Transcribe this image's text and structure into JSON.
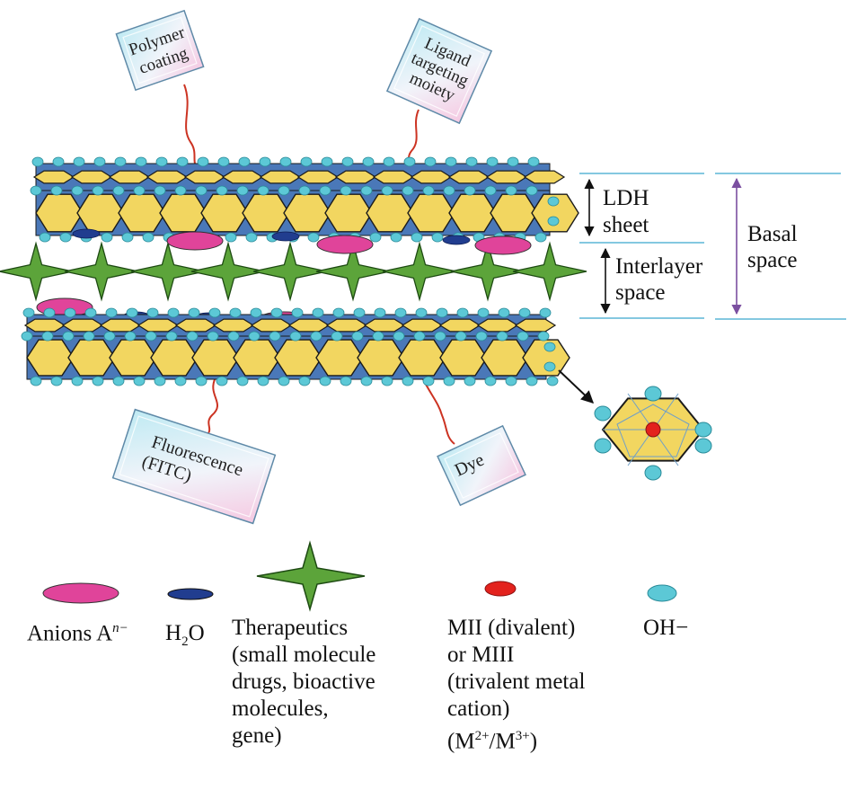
{
  "colors": {
    "hex_fill": "#f2d660",
    "hex_stroke": "#1b1b1b",
    "sheet_blue": "#4a78b8",
    "oh": "#5cc8d6",
    "anion": "#e0449a",
    "water": "#213d8f",
    "drug": "#5ca43a",
    "cation": "#e3221d",
    "tether": "#cc3322",
    "arrow_purple": "#7b4fa0",
    "guide_line": "#5bb5d6"
  },
  "tags": {
    "polymer": [
      "Polymer",
      "coating"
    ],
    "ligand": [
      "Ligand",
      "targeting",
      "moiety"
    ],
    "fluorescence": [
      "Fluorescence",
      "(FITC)"
    ],
    "dye": [
      "Dye"
    ]
  },
  "dimensions": {
    "ldh_sheet": [
      "LDH",
      "sheet"
    ],
    "interlayer": [
      "Interlayer",
      "space"
    ],
    "basal": [
      "Basal",
      "space"
    ]
  },
  "legend": {
    "anions_prefix": "Anions A",
    "anions_sup": "n−",
    "water_h": "H",
    "water_sub": "2",
    "water_o": "O",
    "therapeutics": [
      "Therapeutics",
      "(small molecule",
      "drugs, bioactive",
      "molecules,",
      "gene)"
    ],
    "cation_lines": [
      "MII (divalent)",
      "or MIII",
      "(trivalent metal",
      "cation)"
    ],
    "cation_formula_open": "(M",
    "cation_sup1": "2+",
    "cation_slash": "/M",
    "cation_sup2": "3+",
    "cation_close": ")",
    "hydroxide": "OH−"
  }
}
